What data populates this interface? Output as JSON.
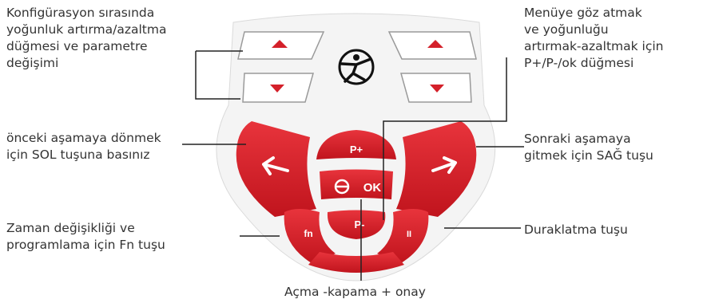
{
  "labels": {
    "top_left": "Konfigürasyon sırasında\nyoğunluk artırma/azaltma\ndüğmesi ve parametre\ndeğişimi",
    "top_right": "Menüye göz atmak\nve yoğunluğu\nartırmak-azaltmak için\nP+/P-/ok düğmesi",
    "mid_left": "önceki aşamaya dönmek\niçin SOL tuşuna basınız",
    "mid_right": "Sonraki aşamaya\ngitmek için SAĞ  tuşu",
    "low_left": "Zaman değişikliği ve\nprogramlama için Fn tuşu",
    "low_right": "Duraklatma tuşu",
    "bottom": "Açma -kapama + onay"
  },
  "keys": {
    "p_plus": "P+",
    "p_minus": "P-",
    "ok": "OK",
    "fn": "fn",
    "pause": "II"
  },
  "colors": {
    "key_red": "#d4202a",
    "key_dark": "#a8121b",
    "leader": "#222222"
  },
  "icons": [
    "up-arrow-icon",
    "down-arrow-icon",
    "left-arrow-icon",
    "right-arrow-icon",
    "power-icon",
    "logo-icon"
  ]
}
